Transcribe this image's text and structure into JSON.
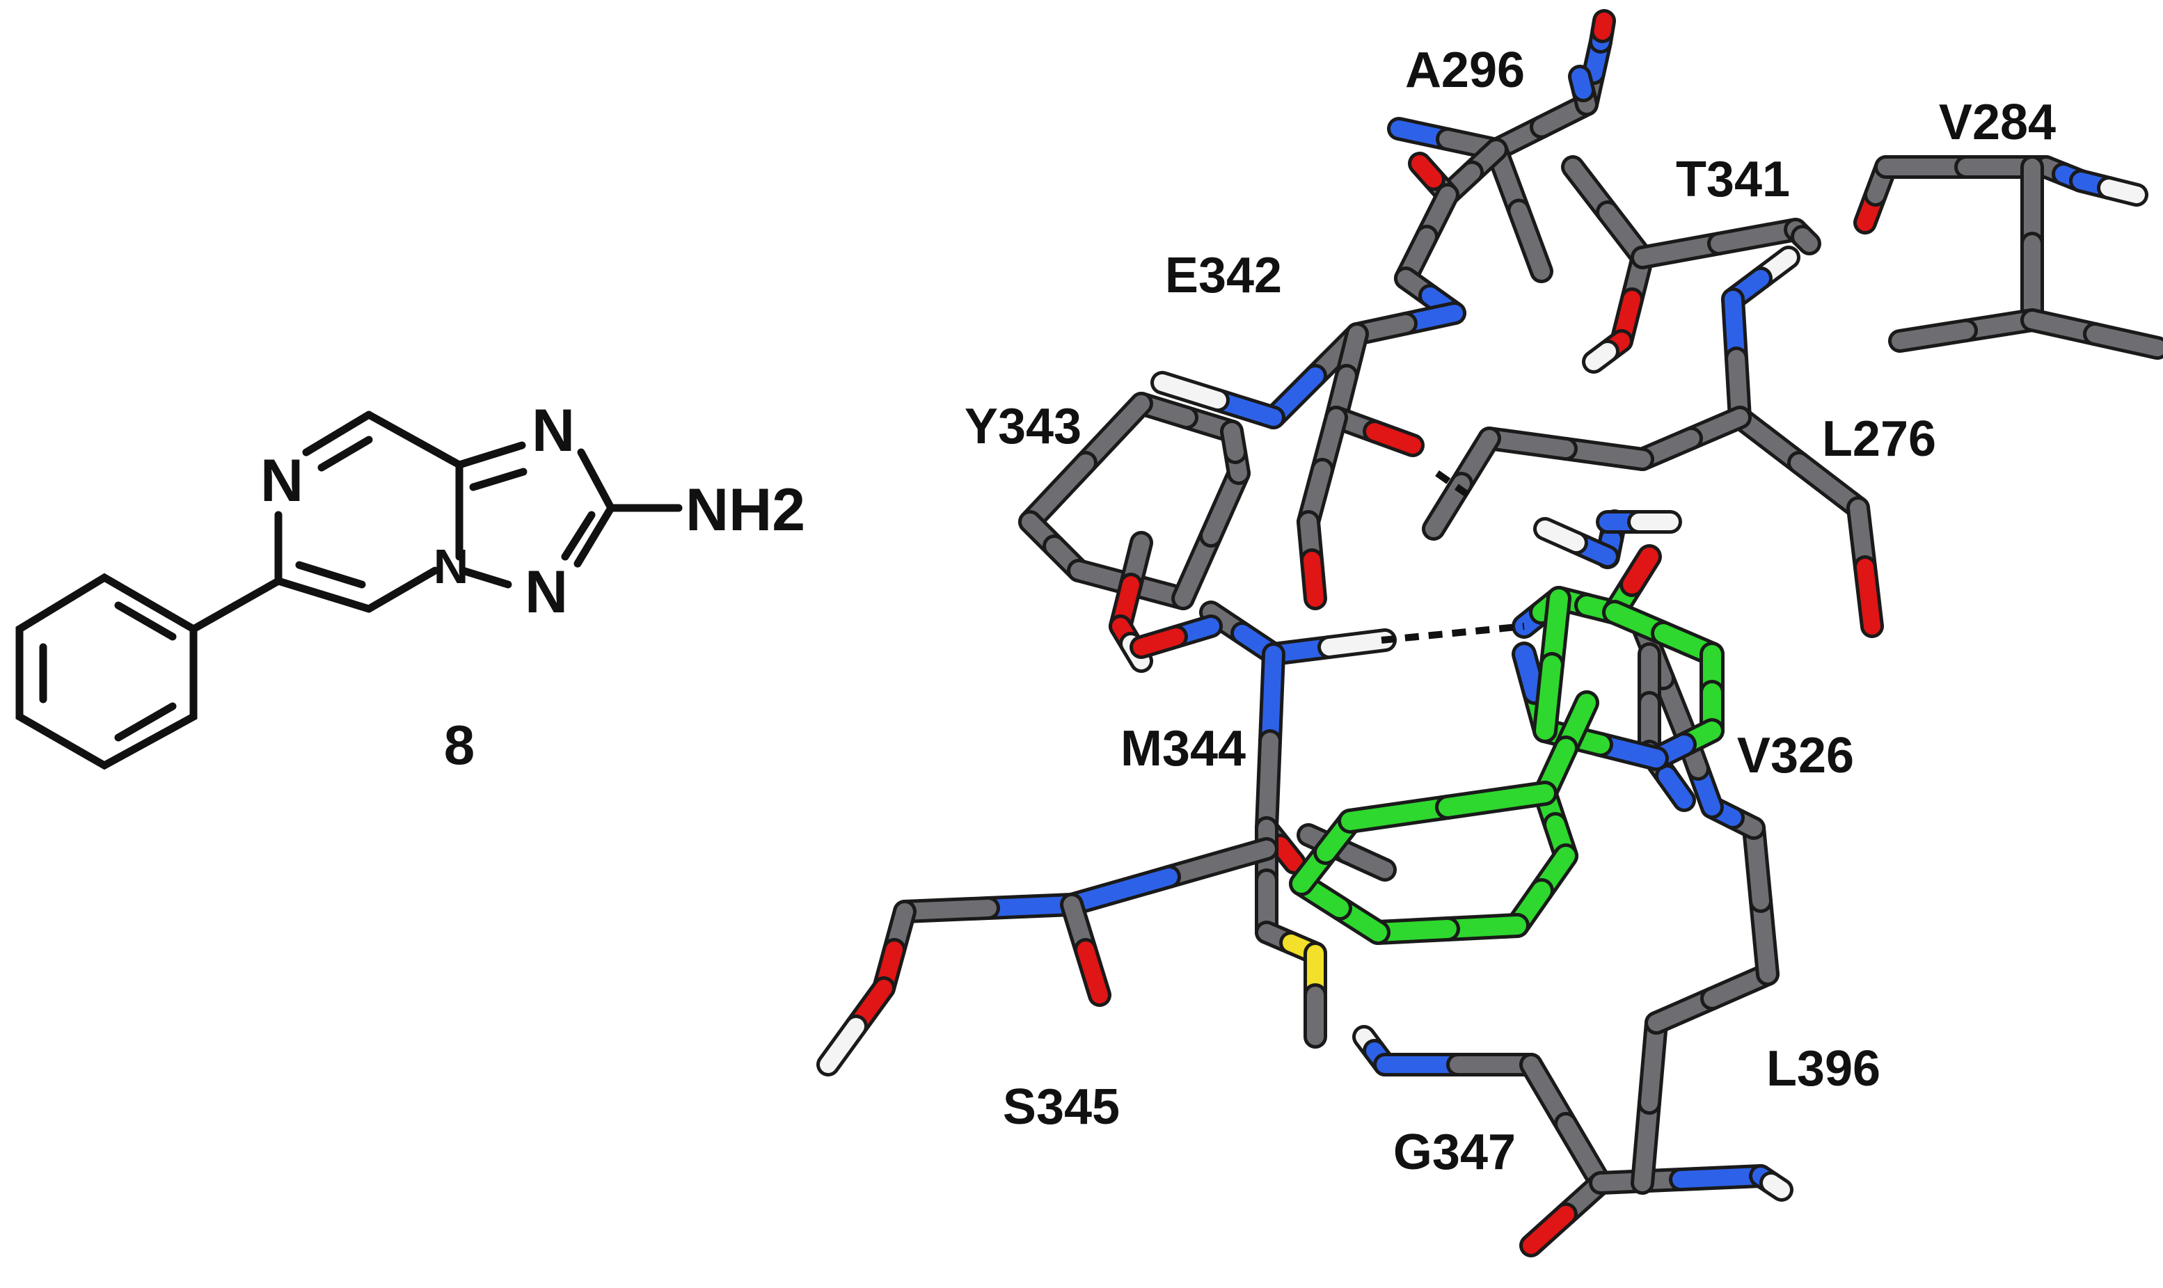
{
  "molecule": {
    "ring_atoms": [
      "N",
      "N",
      "N",
      "N"
    ],
    "substituent": "NH2",
    "compound_number": "8"
  },
  "residues": [
    "A296",
    "V284",
    "T341",
    "E342",
    "Y343",
    "L276",
    "M344",
    "V326",
    "S345",
    "G347",
    "L396"
  ],
  "colors": {
    "carbon_protein": "#6e6e72",
    "carbon_ligand": "#2ed82e",
    "nitrogen": "#2d62e8",
    "oxygen": "#e01515",
    "hydrogen": "#f4f4f4",
    "sulfur": "#f2e02a",
    "hbond": "#111111"
  }
}
